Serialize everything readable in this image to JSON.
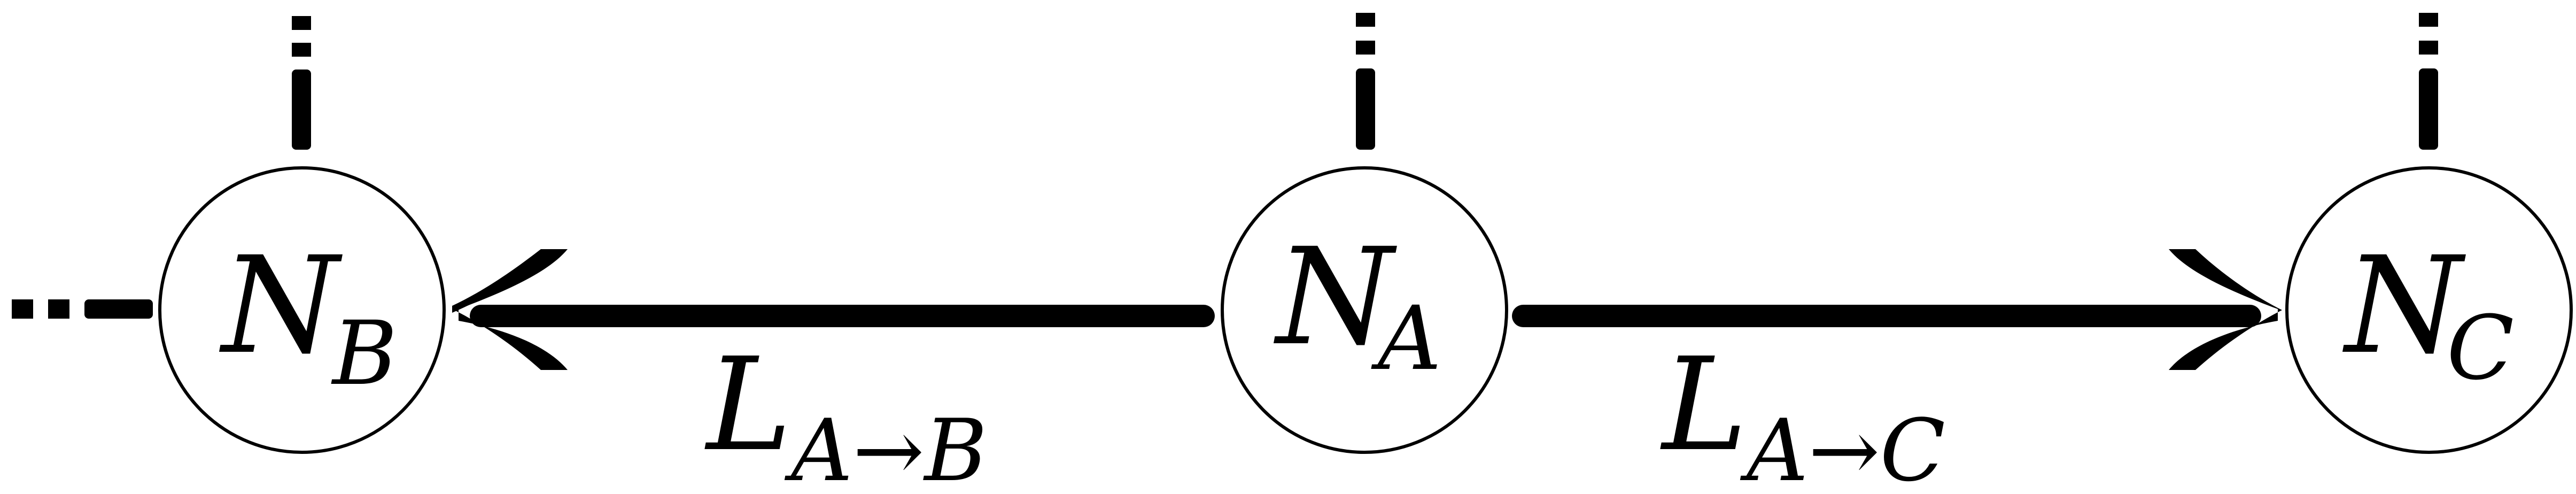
{
  "nodes": [
    {
      "id": "B",
      "symbol": "N",
      "subscript": "B"
    },
    {
      "id": "A",
      "symbol": "N",
      "subscript": "A"
    },
    {
      "id": "C",
      "symbol": "N",
      "subscript": "C"
    }
  ],
  "edges": [
    {
      "from": "A",
      "to": "B",
      "symbol": "L",
      "subscript_from": "A",
      "arrow": "→",
      "subscript_to": "B"
    },
    {
      "from": "A",
      "to": "C",
      "symbol": "L",
      "subscript_from": "A",
      "arrow": "→",
      "subscript_to": "C"
    }
  ],
  "colors": {
    "stroke": "#000000",
    "background": "#ffffff"
  }
}
